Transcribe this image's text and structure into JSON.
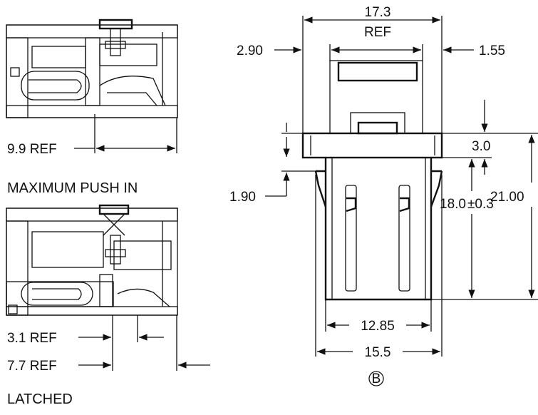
{
  "left_view_top": {
    "caption": "MAXIMUM PUSH IN",
    "dimension": "9.9 REF"
  },
  "left_view_bottom": {
    "caption": "LATCHED",
    "dimension_a": "3.1 REF",
    "dimension_b": "7.7 REF"
  },
  "front_view": {
    "overall_width": "17.3",
    "overall_width_note": "REF",
    "left_offset": "2.90",
    "right_offset": "1.55",
    "flange_height": "3.0",
    "shoulder_height": "1.90",
    "overall_height": "21.00",
    "body_height": "18.0",
    "body_height_tol": "±0.3",
    "body_width": "12.85",
    "flange_width": "15.5",
    "mark": "B"
  }
}
